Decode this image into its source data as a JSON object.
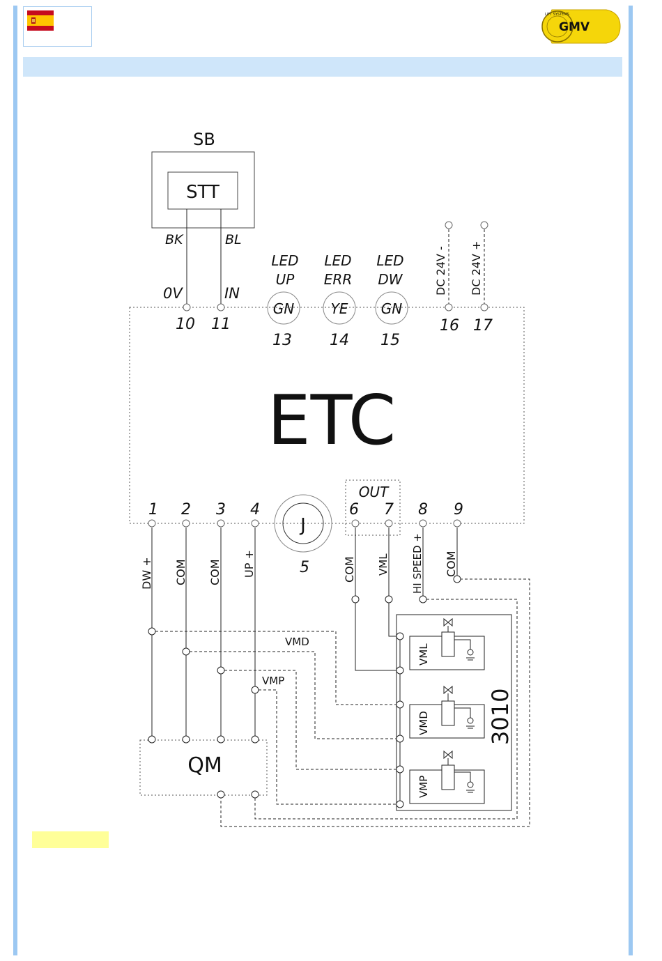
{
  "header": {
    "flag": "flag-spain-icon",
    "logo_text": "GMV",
    "logo_ring_text": "LIFT SYSTEMS",
    "colors": {
      "rail": "#9cc8f2",
      "band": "#cfe6fa",
      "note": "#ffff99",
      "logo": "#f5d60a"
    }
  },
  "diagram": {
    "sb": {
      "title": "SB",
      "inner": "STT",
      "wire_left": "BK",
      "wire_right": "BL"
    },
    "etc_label": "ETC",
    "top_terminals": {
      "t10": {
        "number": "10",
        "label": "0V"
      },
      "t11": {
        "number": "11",
        "label": "IN"
      },
      "t13": {
        "number": "13",
        "label_line1": "LED",
        "label_line2": "UP",
        "lamp": "GN"
      },
      "t14": {
        "number": "14",
        "label_line1": "LED",
        "label_line2": "ERR",
        "lamp": "YE"
      },
      "t15": {
        "number": "15",
        "label_line1": "LED",
        "label_line2": "DW",
        "lamp": "GN"
      },
      "t16": {
        "number": "16",
        "label": "DC 24V -"
      },
      "t17": {
        "number": "17",
        "label": "DC 24V +"
      }
    },
    "bottom_terminals": {
      "t1": {
        "number": "1",
        "signal": "DW +"
      },
      "t2": {
        "number": "2",
        "signal": "COM"
      },
      "t3": {
        "number": "3",
        "signal": "COM"
      },
      "t4": {
        "number": "4",
        "signal": "UP +"
      },
      "t5": {
        "number": "5",
        "symbol": "J"
      },
      "t6": {
        "number": "6",
        "signal": "COM"
      },
      "t7": {
        "number": "7",
        "signal": "VML"
      },
      "t8": {
        "number": "8",
        "signal": "HI SPEED +"
      },
      "t9": {
        "number": "9",
        "signal": "COM"
      }
    },
    "out_label": "OUT",
    "vmd_wire": "VMD",
    "vmp_wire": "VMP",
    "valve_block": "3010",
    "valves": [
      "VML",
      "VMD",
      "VMP"
    ],
    "qm_label": "QM"
  }
}
